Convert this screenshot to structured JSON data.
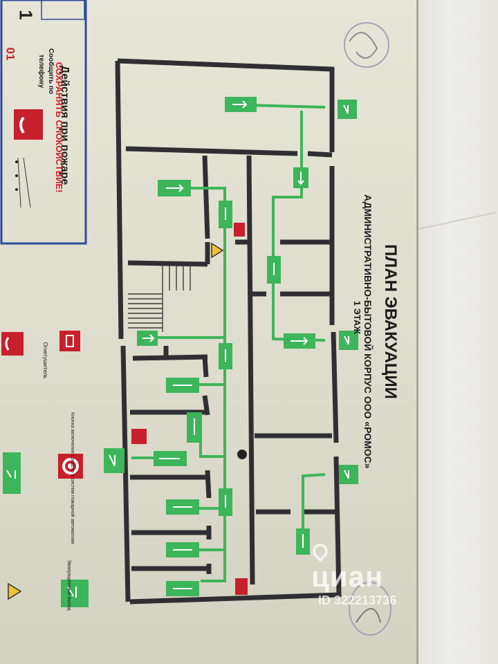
{
  "plan": {
    "title": "ПЛАН ЭВАКУАЦИИ",
    "subtitle": "АДМИНИСТРАТИВНО-БЫТОВОЙ КОРПУС ООО «РОМОС»",
    "floor": "1 ЭТАЖ"
  },
  "fire_actions": {
    "title": "Действия при пожаре",
    "calm": "СОХРАНЯТЬ СПОКОЙСТВИЕ!",
    "report_line1": "Сообщить по",
    "report_line2": "телефону",
    "number_one": "1",
    "phone": "01"
  },
  "legend": {
    "extinguisher": "Огнетушитель",
    "hose": "Кнопка включения средств и систем пожарной автоматики",
    "exit": "Эвакуационный выход"
  },
  "watermark": {
    "brand": "циан",
    "id": "ID 322213736"
  },
  "colors": {
    "route_green": "#3db55a",
    "wall_dark": "#2f2f33",
    "sign_red": "#c7202c",
    "poster_bg": "#e3e1d2"
  }
}
